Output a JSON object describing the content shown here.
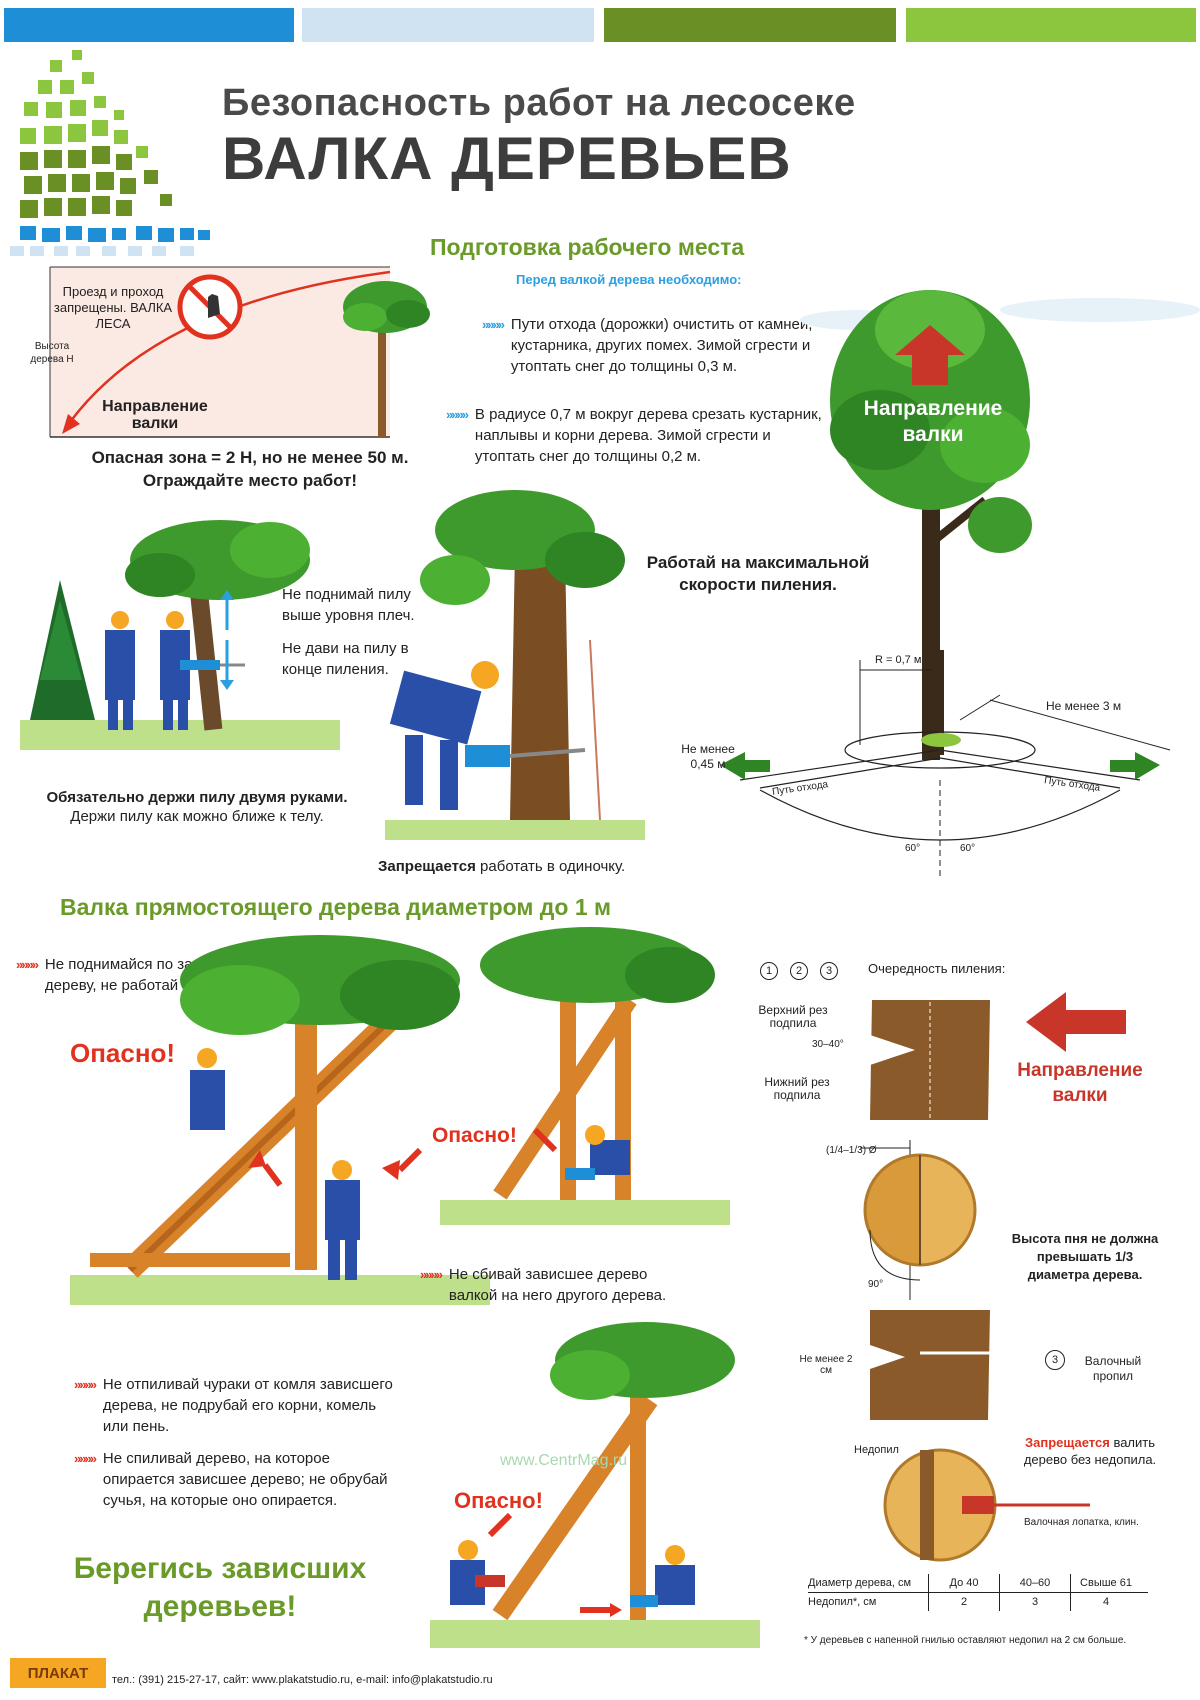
{
  "colors": {
    "bar1": "#1e8fd6",
    "bar2": "#cfe3f3",
    "bar3": "#6a8f24",
    "bar4": "#8cc63f",
    "accent_green": "#6a9a2a",
    "danger_red": "#e0321f",
    "info_blue": "#2aa0e0",
    "wood": "#8a5a2b",
    "foliage": "#3e9a2c"
  },
  "header": {
    "title_line1": "Безопасность работ на лесосеке",
    "title_line2": "ВАЛКА ДЕРЕВЬЕВ"
  },
  "prep": {
    "heading": "Подготовка рабочего места",
    "subheading": "Перед валкой дерева необходимо:",
    "sign_text": "Проезд и проход запрещены. ВАЛКА ЛЕСА",
    "height_label": "Высота дерева Н",
    "direction_label": "Направление валки",
    "danger_zone_line1": "Опасная зона = 2 Н, но не менее 50 м.",
    "danger_zone_line2": "Ограждайте место работ!",
    "bullet1": "Пути отхода (дорожки) очистить от камней, кустарника, других помех. Зимой сгрести и утоптать снег до толщины 0,3 м.",
    "bullet2": "В радиусе 0,7 м вокруг дерева срезать кустарник, наплывы и корни дерева. Зимой сгрести и утоптать снег до толщины 0,2 м.",
    "big_tree_label": "Направление валки"
  },
  "saw": {
    "no_raise": "Не поднимай пилу выше уровня плеч.",
    "no_press": "Не дави на пилу в конце пиления.",
    "two_hands_bold": "Обязательно держи пилу двумя руками.",
    "two_hands_rest": "Держи пилу как можно ближе к телу.",
    "max_speed": "Работай на максимальной скорости пиления.",
    "alone_bold": "Запрещается",
    "alone_rest": "работать в одиночку."
  },
  "escape": {
    "radius": "R = 0,7 м",
    "min3": "Не менее 3 м",
    "min045": "Не менее 0,45 м",
    "path_left": "Путь отхода",
    "path_right": "Путь отхода",
    "angle_left": "60°",
    "angle_right": "60°"
  },
  "felling": {
    "heading": "Валка прямостоящего дерева диаметром до 1 м",
    "rule1": "Не поднимайся по зависшему дереву, не работай под ним.",
    "danger1": "Опасно!",
    "danger2": "Опасно!",
    "danger3": "Опасно!",
    "rule2": "Не сбивай зависшее дерево валкой на него другого дерева.",
    "rule3": "Не отпиливай чураки от комля зависшего дерева, не подрубай его корни, комель или пень.",
    "rule4": "Не спиливай дерево, на которое опирается зависшее дерево; не обрубай сучья, на которые оно опирается.",
    "beware": "Берегись зависших деревьев!",
    "watermark": "www.CentrMag.ru"
  },
  "sequence": {
    "nums": [
      "1",
      "2",
      "3"
    ],
    "title": "Очередность пиления:",
    "upper_cut": "Верхний рез подпила",
    "angle": "30–40°",
    "lower_cut": "Нижний рез подпила",
    "direction": "Направление валки",
    "fraction": "(1/4–1/3) Ø",
    "right_angle": "90°",
    "stump_height": "Высота пня не должна превышать 1/3 диаметра дерева.",
    "min2": "Не менее 2 см",
    "felling_cut": "Валочный пропил",
    "underpile": "Недопил",
    "forbid_bold": "Запрещается",
    "forbid_rest": "валить дерево без недопила.",
    "wedge": "Валочная лопатка, клин."
  },
  "table": {
    "headers": [
      "Диаметр дерева, см",
      "До 40",
      "40–60",
      "Свыше 61"
    ],
    "row": [
      "Недопил*, см",
      "2",
      "3",
      "4"
    ],
    "footnote": "* У деревьев с напенной гнилью оставляют недопил на 2 см больше."
  },
  "footer": {
    "brand": "ПЛАКАТ",
    "contacts": "тел.: (391) 215-27-17, сайт: www.plakatstudio.ru, e-mail: info@plakatstudio.ru"
  }
}
